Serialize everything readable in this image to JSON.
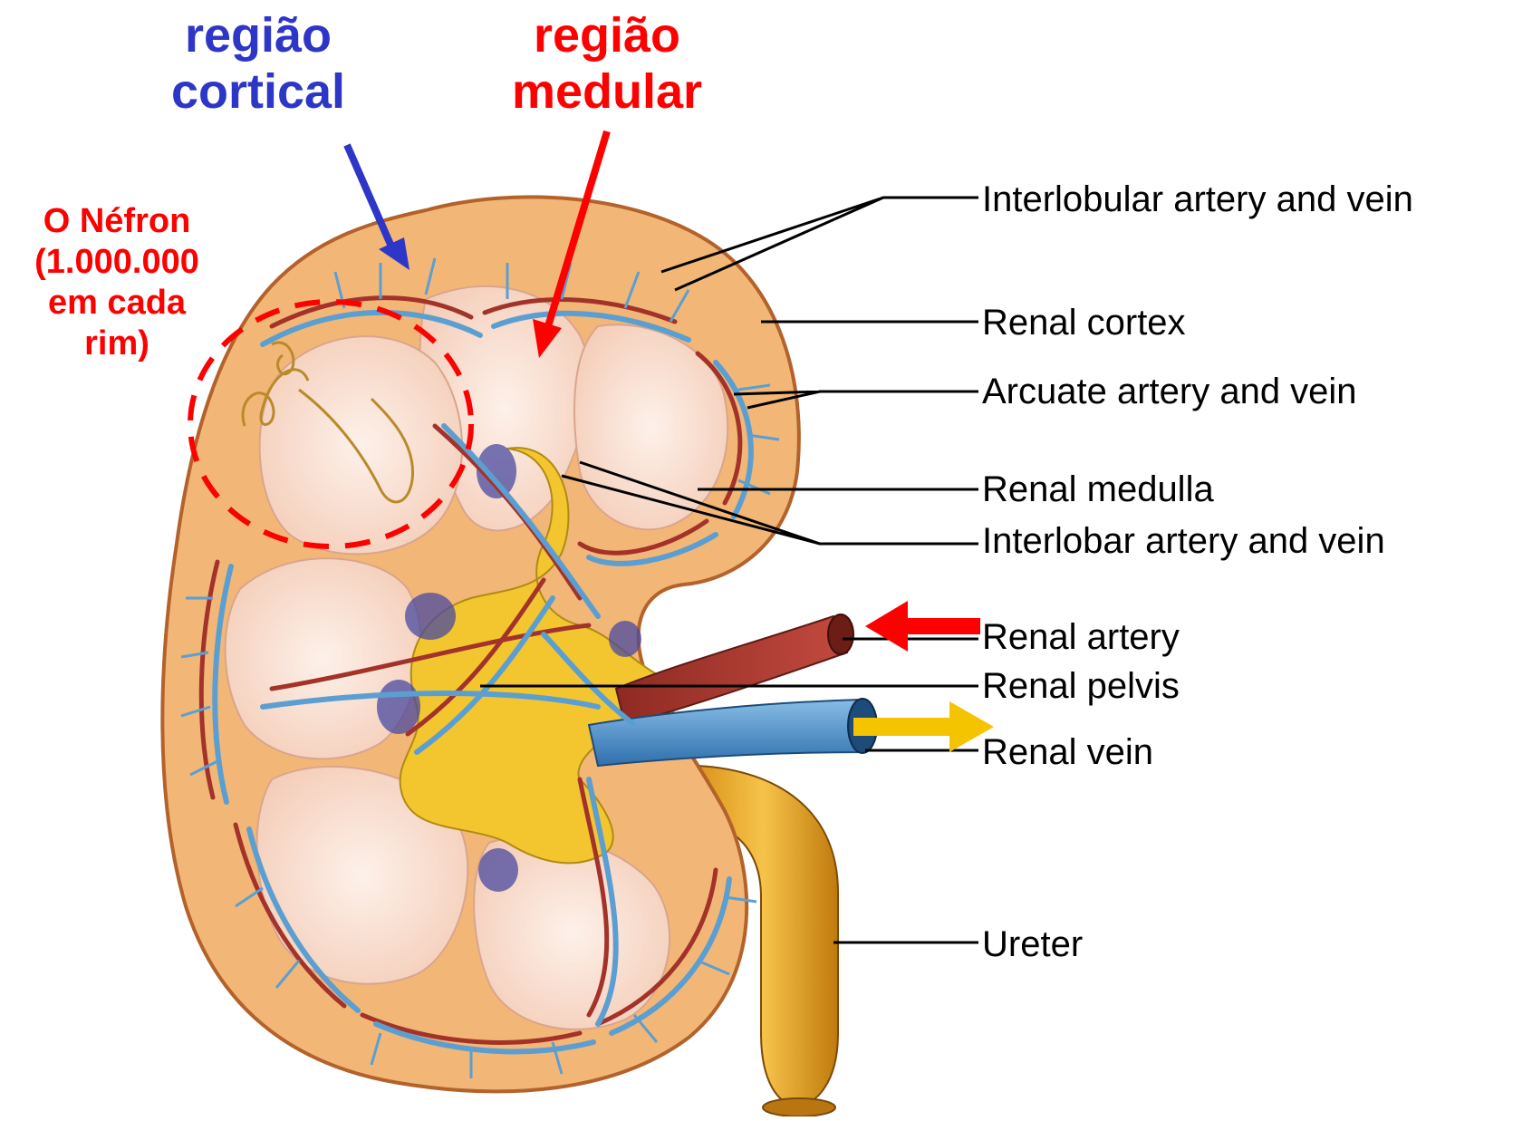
{
  "colors": {
    "cortical": "#2e36c8",
    "medular": "#ff0000",
    "nephron": "#ff0000",
    "artery_arrow": "#ff0000",
    "vein_arrow": "#f5c400",
    "label_text": "#000000",
    "cortex_fill": "#f2b777",
    "medulla_fill": "#f8ddcb",
    "pelvis_fill": "#f3c62f",
    "artery_color": "#a3322a",
    "vein_color": "#5b9fd2",
    "ureter_color": "#e09b1e"
  },
  "region_titles": {
    "cortical": [
      "região",
      "cortical"
    ],
    "medular": [
      "região",
      "medular"
    ]
  },
  "nephron_note": [
    "O Néfron",
    "(1.000.000",
    "em cada",
    "rim)"
  ],
  "anatomy_labels": {
    "interlobular": "Interlobular artery and vein",
    "cortex": "Renal cortex",
    "arcuate": "Arcuate artery and vein",
    "medulla": "Renal medulla",
    "interlobar": "Interlobar artery and vein",
    "renal_artery": "Renal artery",
    "renal_pelvis": "Renal pelvis",
    "renal_vein": "Renal vein",
    "ureter": "Ureter"
  }
}
